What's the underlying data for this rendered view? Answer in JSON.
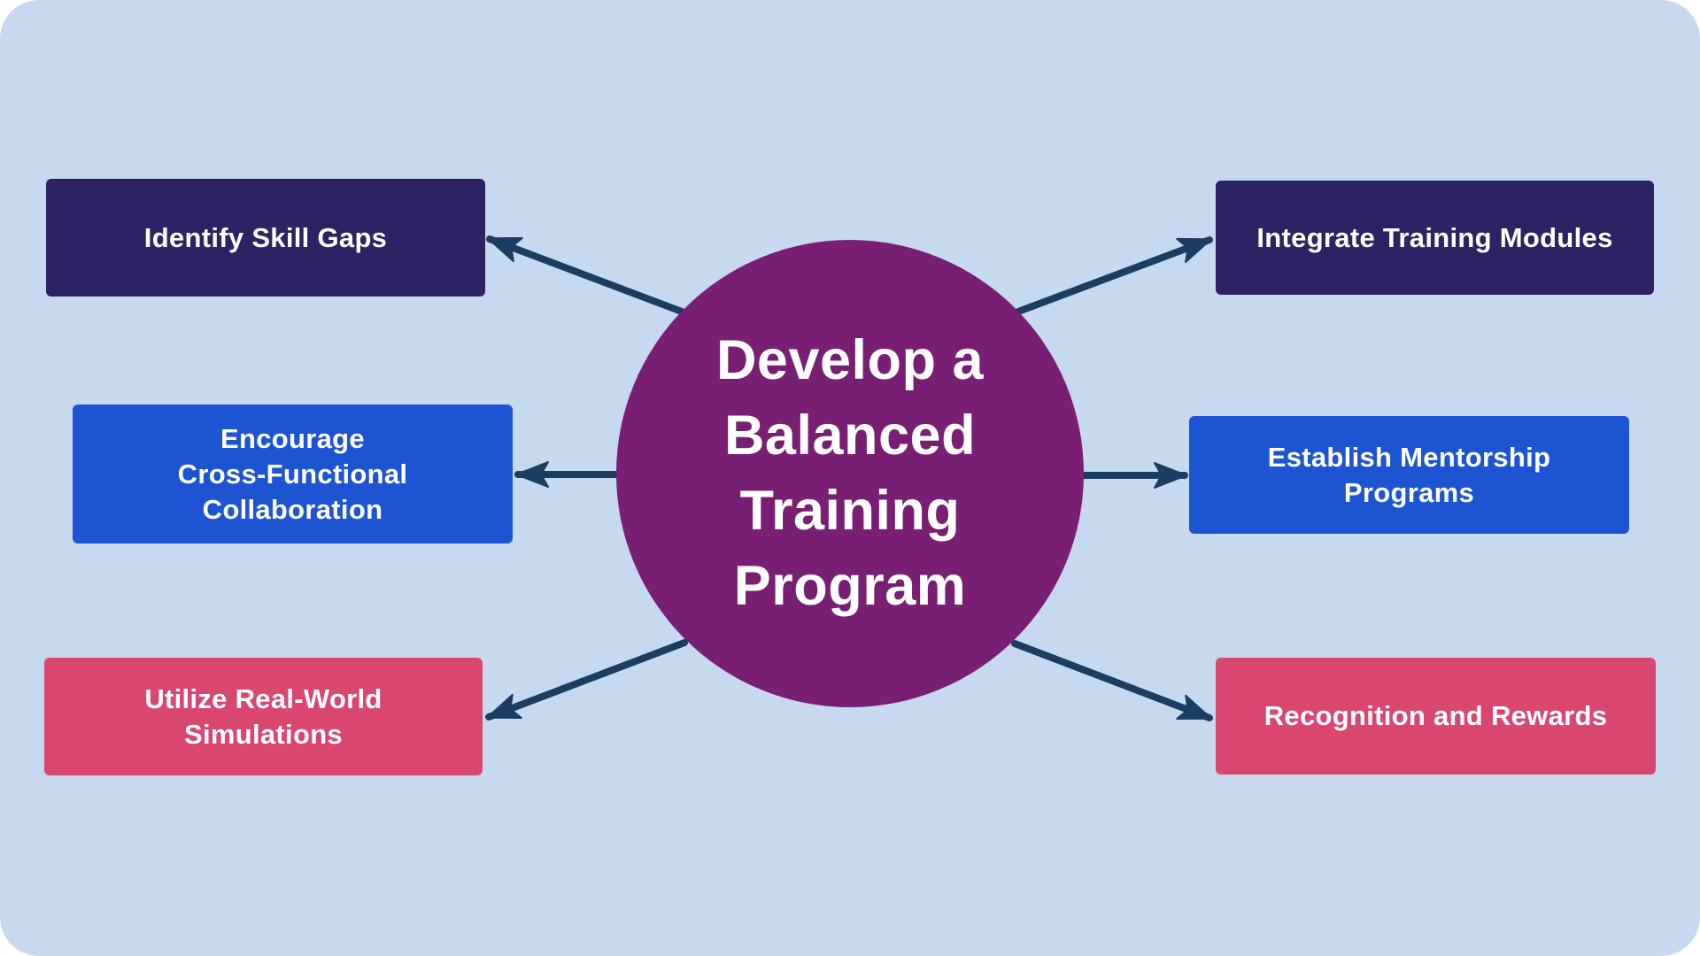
{
  "canvas": {
    "background_color": "#c6d9ee",
    "outer_background_color": "#ffffff"
  },
  "center": {
    "label": "Develop a Balanced Training Program",
    "lines": [
      "Develop a",
      "Balanced",
      "Training",
      "Program"
    ],
    "color": "#781f73",
    "text_color": "#ffffff"
  },
  "nodes": [
    {
      "id": "identify-skill-gaps",
      "label": "Identify Skill Gaps",
      "lines": [
        "Identify Skill Gaps"
      ],
      "color": "#2d2263",
      "position": "top-left"
    },
    {
      "id": "encourage-cross-functional-collaboration",
      "label": "Encourage Cross-Functional Collaboration",
      "lines": [
        "Encourage",
        "Cross-Functional",
        "Collaboration"
      ],
      "color": "#1d54d2",
      "position": "middle-left"
    },
    {
      "id": "utilize-real-world-simulations",
      "label": "Utilize Real-World Simulations",
      "lines": [
        "Utilize Real-World",
        "Simulations"
      ],
      "color": "#d94771",
      "position": "bottom-left"
    },
    {
      "id": "integrate-training-modules",
      "label": "Integrate Training Modules",
      "lines": [
        "Integrate Training Modules"
      ],
      "color": "#2d2263",
      "position": "top-right"
    },
    {
      "id": "establish-mentorship-programs",
      "label": "Establish Mentorship Programs",
      "lines": [
        "Establish Mentorship",
        "Programs"
      ],
      "color": "#1d54d2",
      "position": "middle-right"
    },
    {
      "id": "recognition-and-rewards",
      "label": "Recognition and Rewards",
      "lines": [
        "Recognition and Rewards"
      ],
      "color": "#d94771",
      "position": "bottom-right"
    }
  ],
  "arrows": {
    "color": "#1c3d62",
    "direction": "center-to-nodes",
    "count": 6
  }
}
